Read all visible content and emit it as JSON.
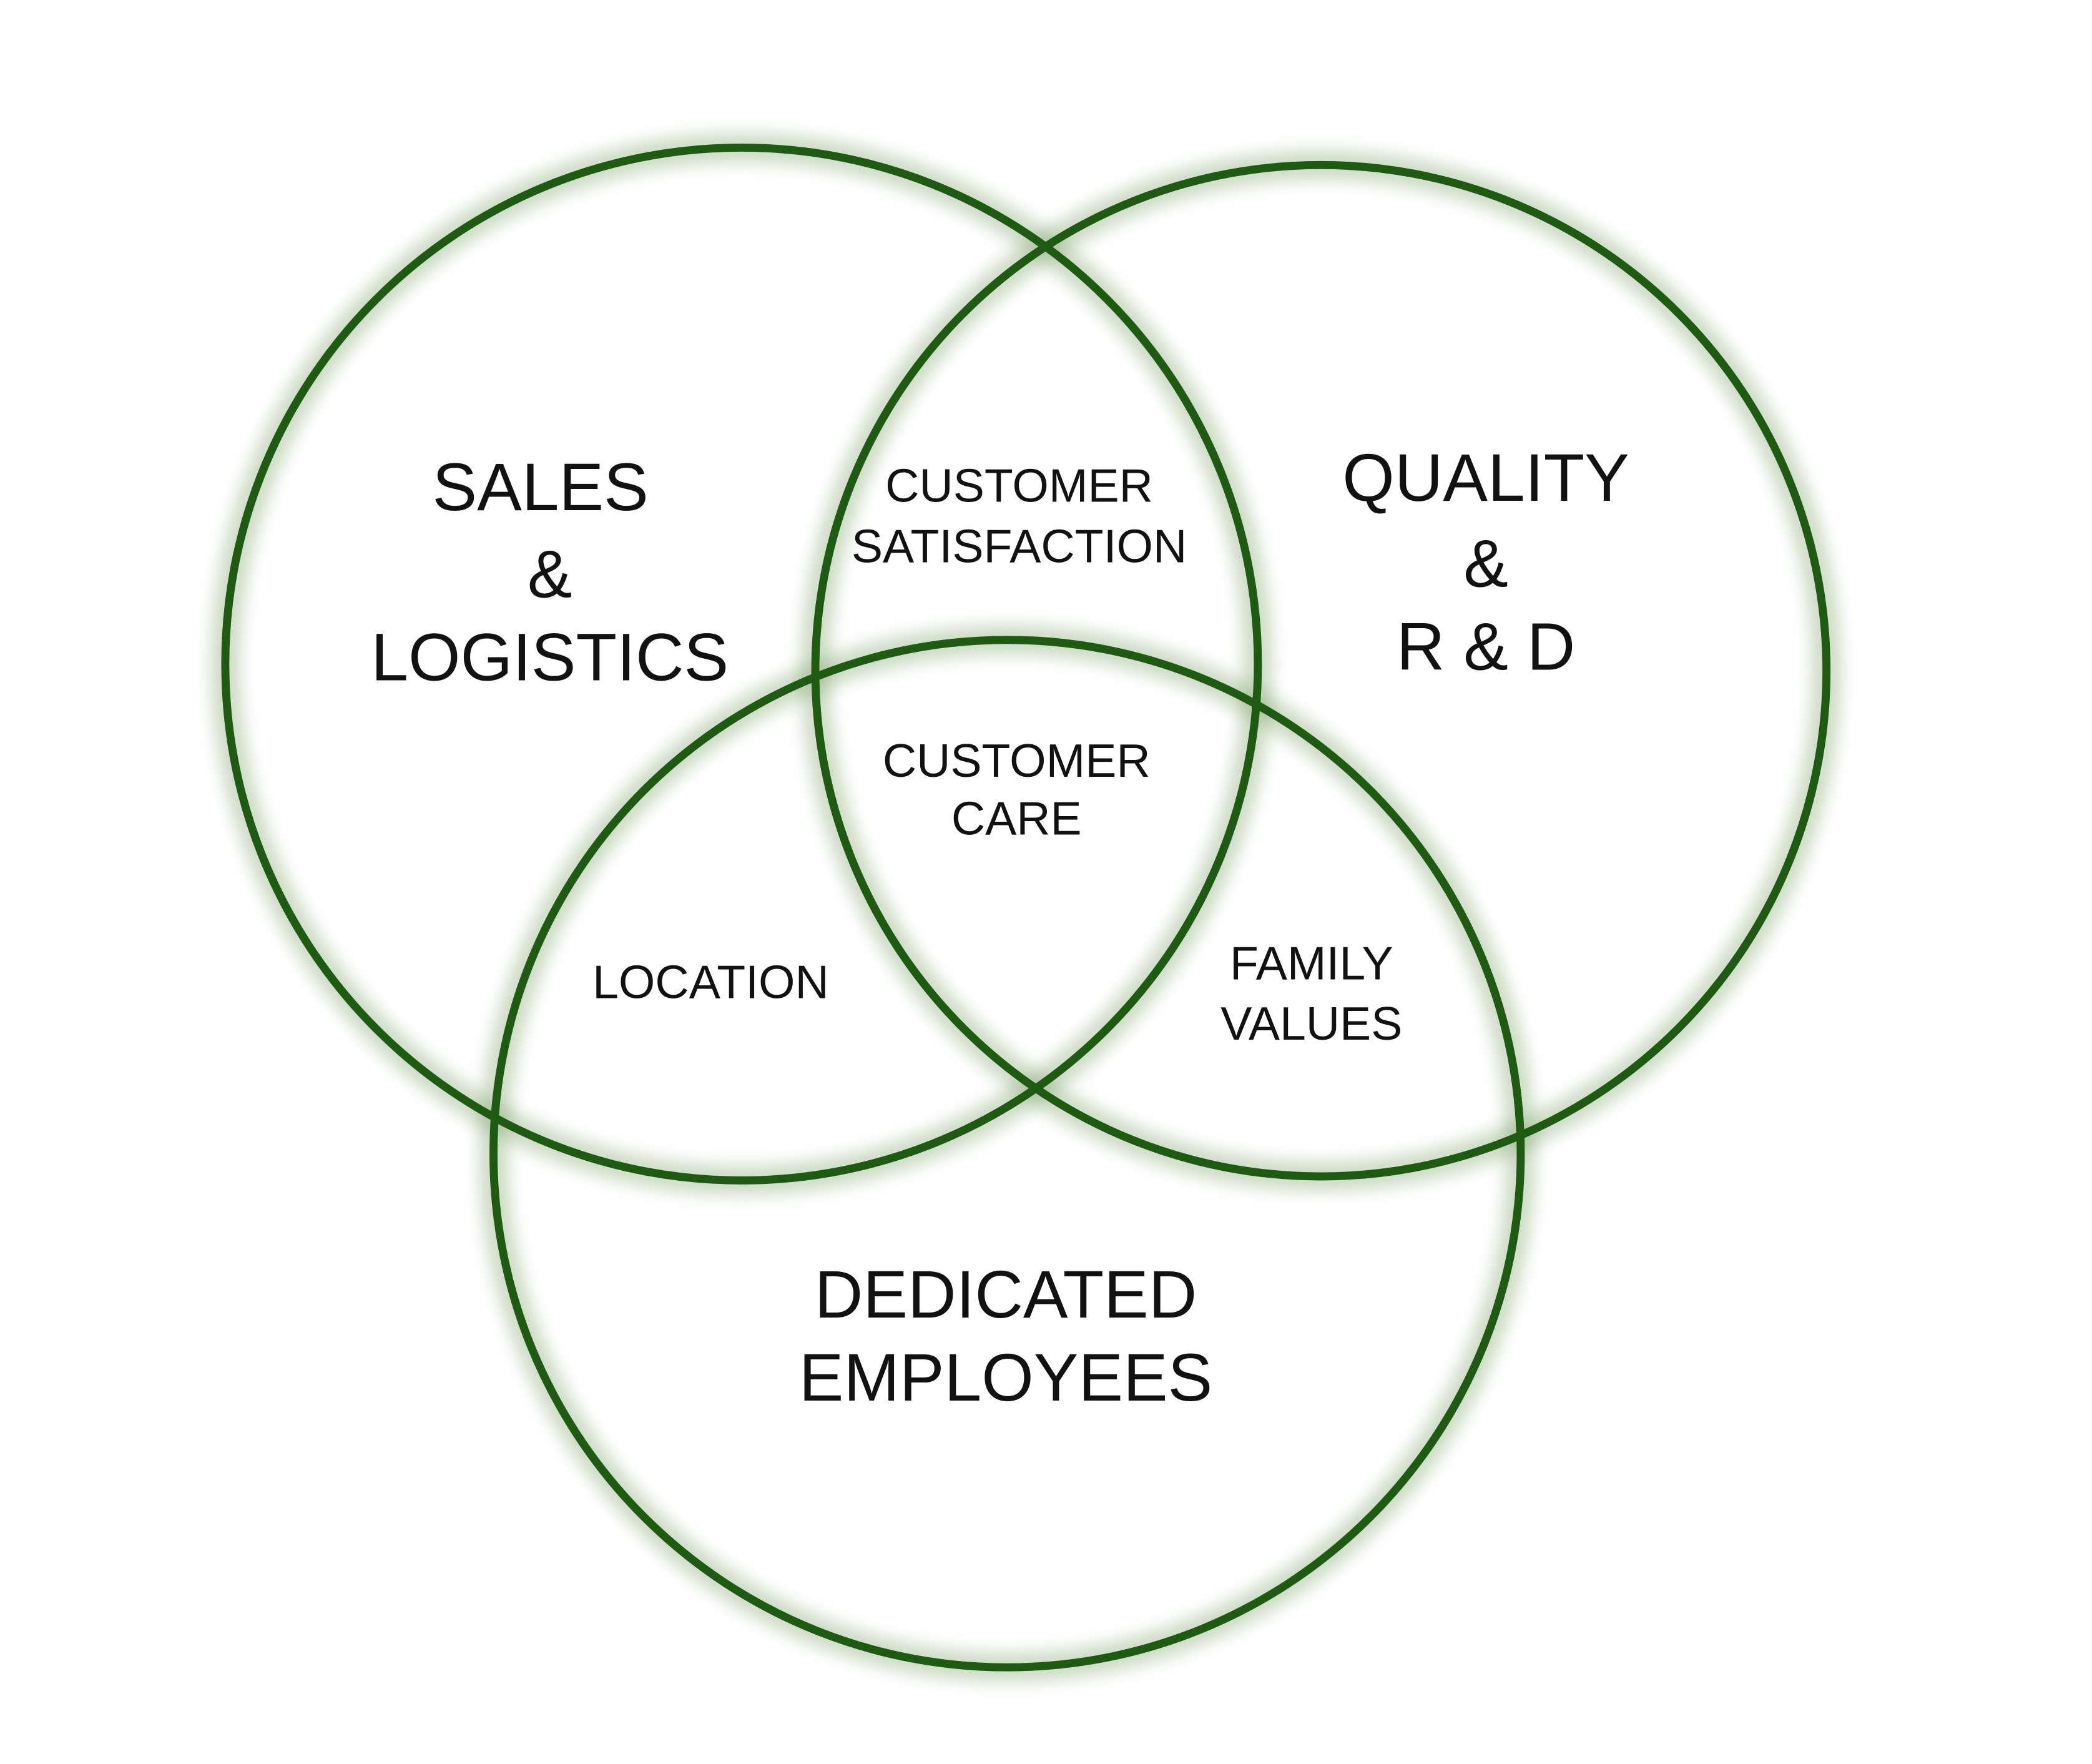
{
  "diagram": {
    "type": "venn",
    "colors": {
      "ring": "#1e5a12",
      "text": "#111111",
      "background": "#ffffff"
    },
    "sets": [
      {
        "id": "left",
        "lines": [
          "SALES",
          "&",
          "LOGISTICS"
        ]
      },
      {
        "id": "right",
        "lines": [
          "QUALITY",
          "&",
          "R & D"
        ]
      },
      {
        "id": "bottom",
        "lines": [
          "DEDICATED",
          "EMPLOYEES"
        ]
      }
    ],
    "intersections": {
      "left_right": [
        "CUSTOMER",
        "SATISFACTION"
      ],
      "left_bottom": [
        "LOCATION"
      ],
      "right_bottom": [
        "FAMILY",
        "VALUES"
      ],
      "all": [
        "CUSTOMER",
        "CARE"
      ]
    }
  }
}
